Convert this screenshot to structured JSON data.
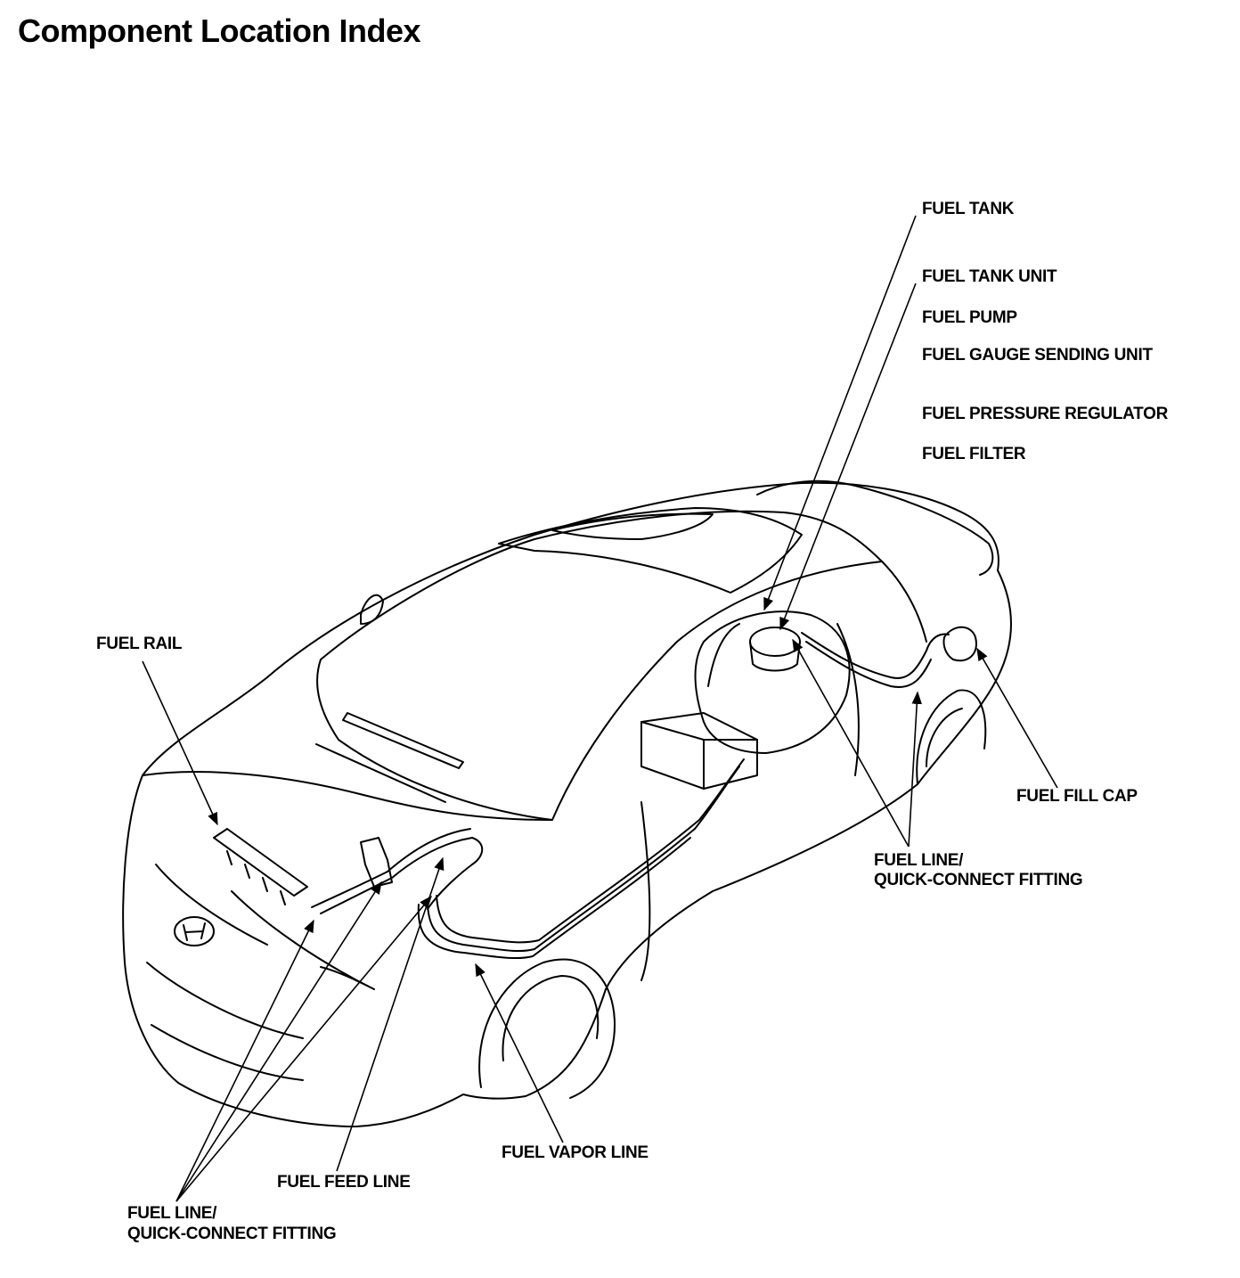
{
  "title": "Component Location Index",
  "labels": {
    "fuel_tank": "FUEL TANK",
    "fuel_tank_unit": "FUEL TANK UNIT",
    "fuel_pump": "FUEL PUMP",
    "fuel_gauge_sending_unit": "FUEL GAUGE SENDING UNIT",
    "fuel_pressure_regulator": "FUEL PRESSURE REGULATOR",
    "fuel_filter": "FUEL FILTER",
    "fuel_rail": "FUEL RAIL",
    "fuel_fill_cap": "FUEL FILL CAP",
    "fuel_line_rear_1": "FUEL LINE/",
    "fuel_line_rear_2": "QUICK-CONNECT FITTING",
    "fuel_vapor_line": "FUEL VAPOR LINE",
    "fuel_feed_line": "FUEL FEED LINE",
    "fuel_line_front_1": "FUEL LINE/",
    "fuel_line_front_2": "QUICK-CONNECT FITTING"
  }
}
